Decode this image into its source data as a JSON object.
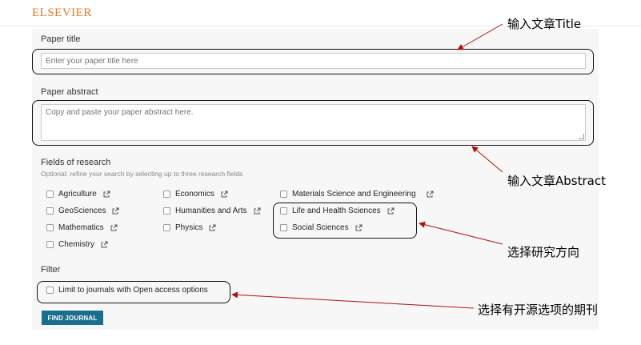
{
  "brand": "ELSEVIER",
  "paper_title": {
    "label": "Paper title",
    "placeholder": "Enter your paper title here"
  },
  "paper_abstract": {
    "label": "Paper abstract",
    "placeholder": "Copy and paste your paper abstract here."
  },
  "fields": {
    "label": "Fields of research",
    "hint": "Optional: refine your search by selecting up to three research fields",
    "items": [
      "Agriculture",
      "GeoSciences",
      "Mathematics",
      "Chemistry",
      "Economics",
      "Humanities and Arts",
      "Physics",
      "Materials Science and Engineering",
      "Life and Health Sciences",
      "Social Sciences"
    ]
  },
  "filter": {
    "label": "Filter",
    "open_access": "Limit to journals with Open access options"
  },
  "button": {
    "find": "FIND JOURNAL"
  },
  "annotations": {
    "title": "输入文章Title",
    "abstract": "输入文章Abstract",
    "fields": "选择研究方向",
    "filter": "选择有开源选项的期刊"
  },
  "colors": {
    "brand": "#e07b2a",
    "button": "#1a6f8f"
  }
}
